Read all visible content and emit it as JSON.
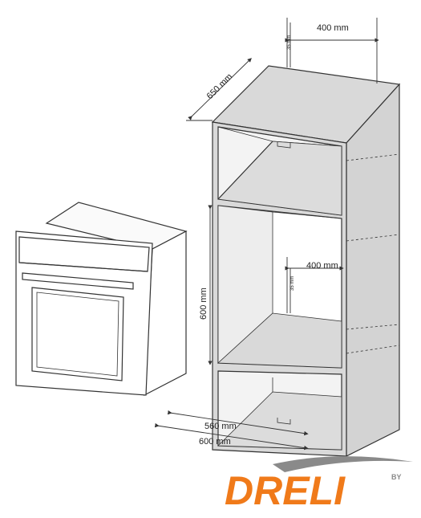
{
  "dimensions": {
    "top_width": "400 mm",
    "top_gap": "35 mm",
    "depth": "650 mm",
    "niche_height": "600 mm",
    "mid_width": "400 mm",
    "mid_gap": "35 mm",
    "inner_width": "560 mm",
    "outer_width": "600 mm"
  },
  "logo": {
    "text": "DRELI",
    "by": "BY"
  },
  "colors": {
    "line": "#333333",
    "cabinet_face": "#d9d9d9",
    "cabinet_inner": "#cfcfcf",
    "logo_orange": "#f07a1a",
    "logo_gray": "#8a8a8a"
  }
}
